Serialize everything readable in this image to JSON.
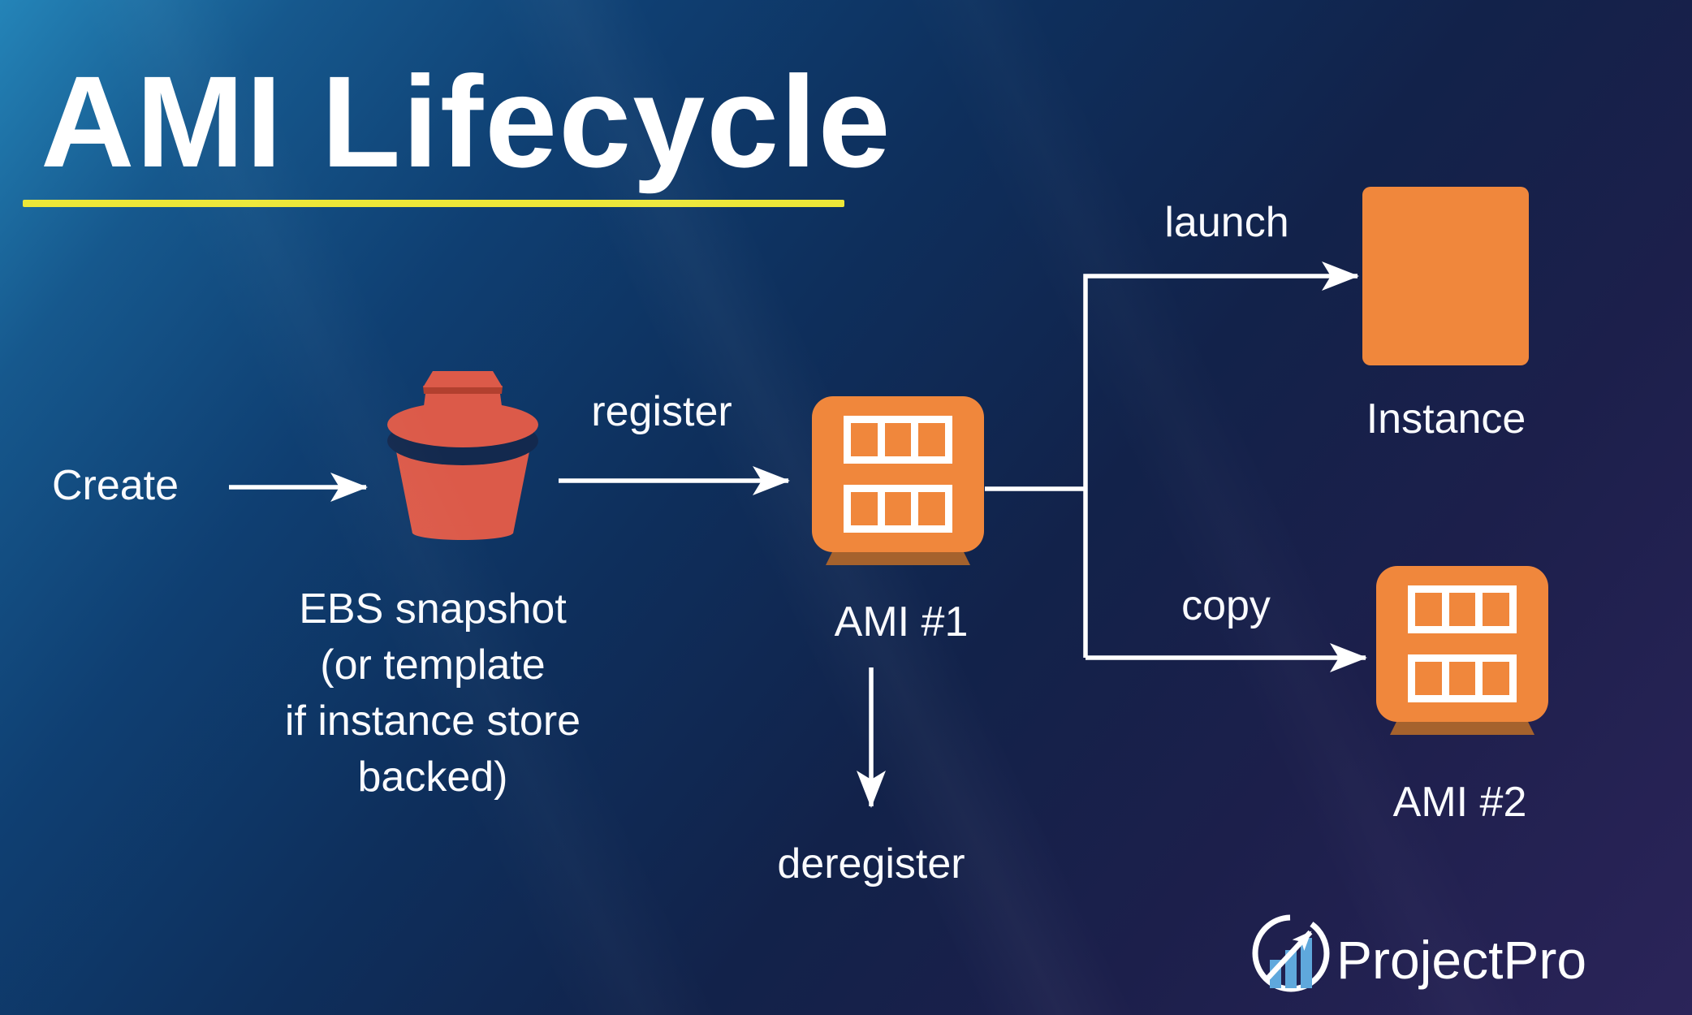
{
  "title": {
    "text": "AMI Lifecycle"
  },
  "diagram": {
    "start_label": "Create",
    "edges": {
      "register": {
        "label": "register"
      },
      "launch": {
        "label": "launch"
      },
      "copy": {
        "label": "copy"
      },
      "deregister": {
        "label": "deregister"
      }
    },
    "nodes": {
      "snapshot": {
        "icon": "s3-bucket-icon",
        "caption_lines": [
          "EBS snapshot",
          "(or template",
          "if instance store",
          "backed)"
        ]
      },
      "ami1": {
        "label": "AMI #1",
        "icon": "ami-grid-icon"
      },
      "instance": {
        "label": "Instance",
        "icon": "instance-square-icon"
      },
      "ami2": {
        "label": "AMI #2",
        "icon": "ami-grid-icon"
      }
    }
  },
  "footer": {
    "brand": "ProjectPro",
    "icon": "growth-chart-circle-icon"
  },
  "colors": {
    "background_top_left": "#2484B8",
    "background_bottom_right": "#2B2459",
    "node_orange": "#F0873C",
    "node_orange_base": "#A5622D",
    "bucket_red": "#DC5A49",
    "bucket_red_dark": "#B2402F",
    "bucket_band_navy": "#13294E",
    "title_underline_yellow": "#EDE738",
    "arrow_white": "#FFFFFF",
    "logo_bar_blue": "#5FA8DC",
    "text_white": "#FAFBFE"
  }
}
